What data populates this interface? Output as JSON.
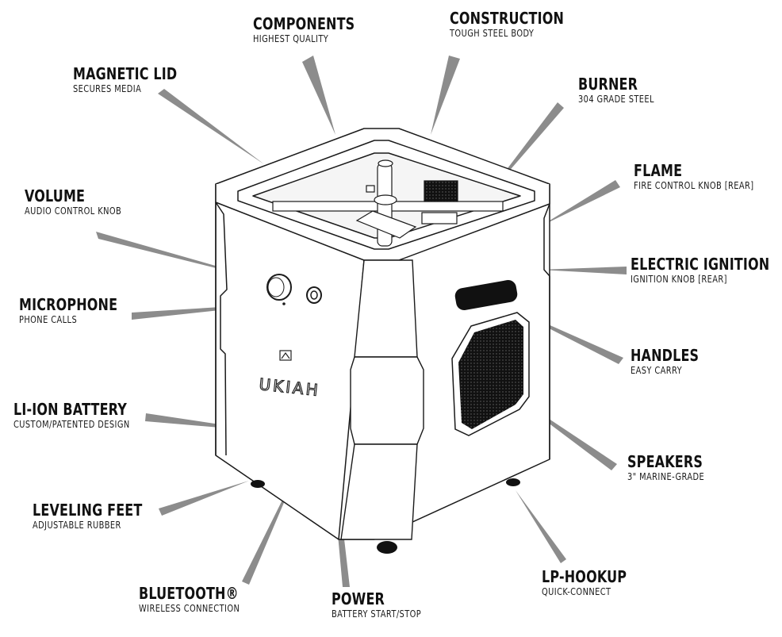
{
  "brand": {
    "wordmark": "UKIAH"
  },
  "callouts": [
    {
      "id": "components",
      "title": "COMPONENTS",
      "subtitle": "HIGHEST QUALITY"
    },
    {
      "id": "construction",
      "title": "CONSTRUCTION",
      "subtitle": "TOUGH STEEL BODY"
    },
    {
      "id": "magnetic_lid",
      "title": "MAGNETIC LID",
      "subtitle": "SECURES MEDIA"
    },
    {
      "id": "burner",
      "title": "BURNER",
      "subtitle": "304 GRADE STEEL"
    },
    {
      "id": "flame",
      "title": "FLAME",
      "subtitle": "FIRE CONTROL KNOB [REAR]"
    },
    {
      "id": "volume",
      "title": "VOLUME",
      "subtitle": "AUDIO CONTROL KNOB"
    },
    {
      "id": "electric_ignition",
      "title": "ELECTRIC IGNITION",
      "subtitle": "IGNITION  KNOB [REAR]"
    },
    {
      "id": "microphone",
      "title": "MICROPHONE",
      "subtitle": "PHONE CALLS"
    },
    {
      "id": "handles",
      "title": "HANDLES",
      "subtitle": "EASY CARRY"
    },
    {
      "id": "li_ion_battery",
      "title": "LI-ION BATTERY",
      "subtitle": "CUSTOM/PATENTED DESIGN"
    },
    {
      "id": "speakers",
      "title": "SPEAKERS",
      "subtitle": "3\" MARINE-GRADE"
    },
    {
      "id": "leveling_feet",
      "title": "LEVELING FEET",
      "subtitle": "ADJUSTABLE RUBBER"
    },
    {
      "id": "lp_hookup",
      "title": "LP-HOOKUP",
      "subtitle": "QUICK-CONNECT"
    },
    {
      "id": "bluetooth",
      "title": "BLUETOOTH®",
      "subtitle": "WIRELESS CONNECTION"
    },
    {
      "id": "power",
      "title": "POWER",
      "subtitle": "BATTERY START/STOP"
    }
  ],
  "colors": {
    "line": "#1a1a1a",
    "pointer": "#8c8c8c",
    "speaker_grille": "#111111"
  },
  "icons": [
    "device-illustration",
    "speaker-grille",
    "volume-knob",
    "power-button",
    "handle-slot",
    "burner-bar",
    "leveling-foot"
  ]
}
